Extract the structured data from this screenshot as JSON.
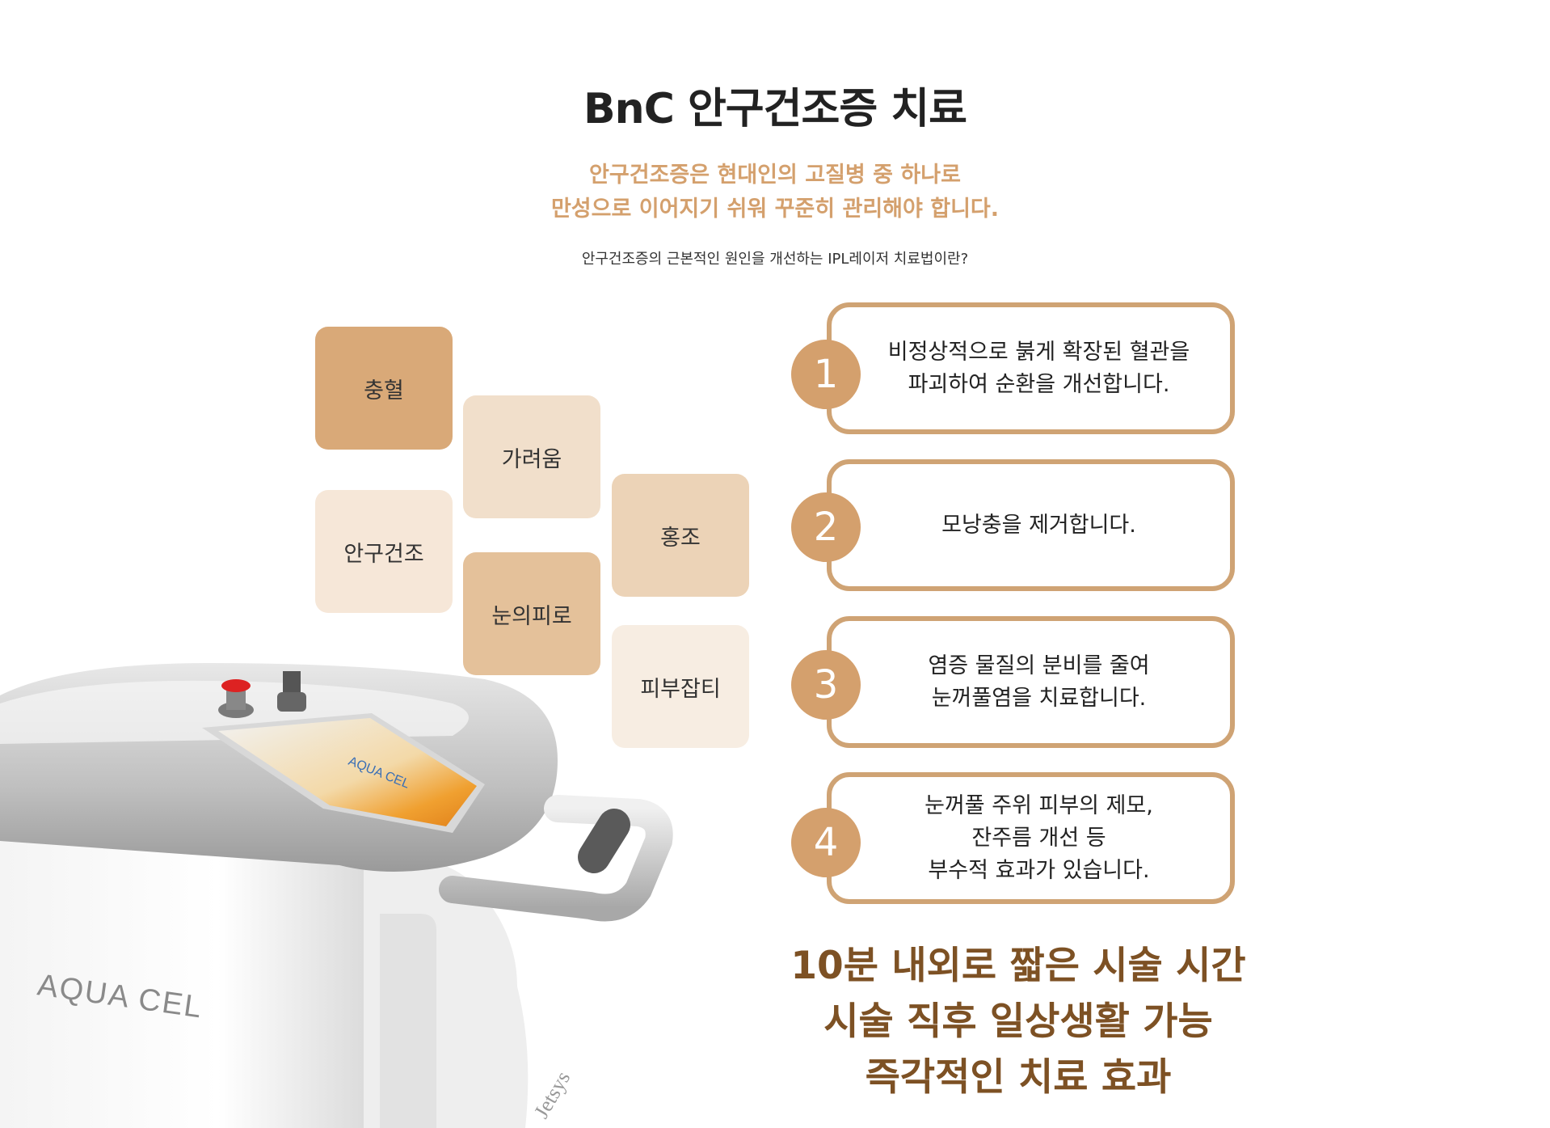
{
  "header": {
    "title": "BnC 안구건조증 치료",
    "subtitle_lines": [
      "안구건조증은 현대인의 고질병 중 하나로",
      "만성으로 이어지기 쉬워 꾸준히 관리해야 합니다."
    ],
    "description": "안구건조증의 근본적인 원인을 개선하는 IPL레이저 치료법이란?"
  },
  "symptoms": [
    {
      "label": "충혈",
      "color": "#d9a978"
    },
    {
      "label": "가려움",
      "color": "#f1dfcb"
    },
    {
      "label": "안구건조",
      "color": "#f6e7d8"
    },
    {
      "label": "홍조",
      "color": "#ecd3b7"
    },
    {
      "label": "눈의피로",
      "color": "#e4c19a"
    },
    {
      "label": "피부잡티",
      "color": "#f7ede2"
    }
  ],
  "steps": [
    {
      "number": "1",
      "lines": [
        "비정상적으로 붉게 확장된 혈관을",
        "파괴하여 순환을 개선합니다."
      ]
    },
    {
      "number": "2",
      "lines": [
        "모낭충을 제거합니다."
      ]
    },
    {
      "number": "3",
      "lines": [
        "염증 물질의 분비를 줄여",
        "눈꺼풀염을 치료합니다."
      ]
    },
    {
      "number": "4",
      "lines": [
        "눈꺼풀 주위 피부의 제모,",
        "잔주름 개선 등",
        "부수적 효과가 있습니다."
      ]
    }
  ],
  "benefits": [
    "10분 내외로 짧은 시술 시간",
    "시술 직후 일상생활 가능",
    "즉각적인 치료 효과"
  ],
  "device": {
    "brand_label": "AQUA CEL",
    "screen_label": "AQUA CEL",
    "maker_label": "Jetsys"
  },
  "colors": {
    "accent": "#d4a06d",
    "step_border": "#cfa374",
    "benefit_text": "#7d5124"
  }
}
